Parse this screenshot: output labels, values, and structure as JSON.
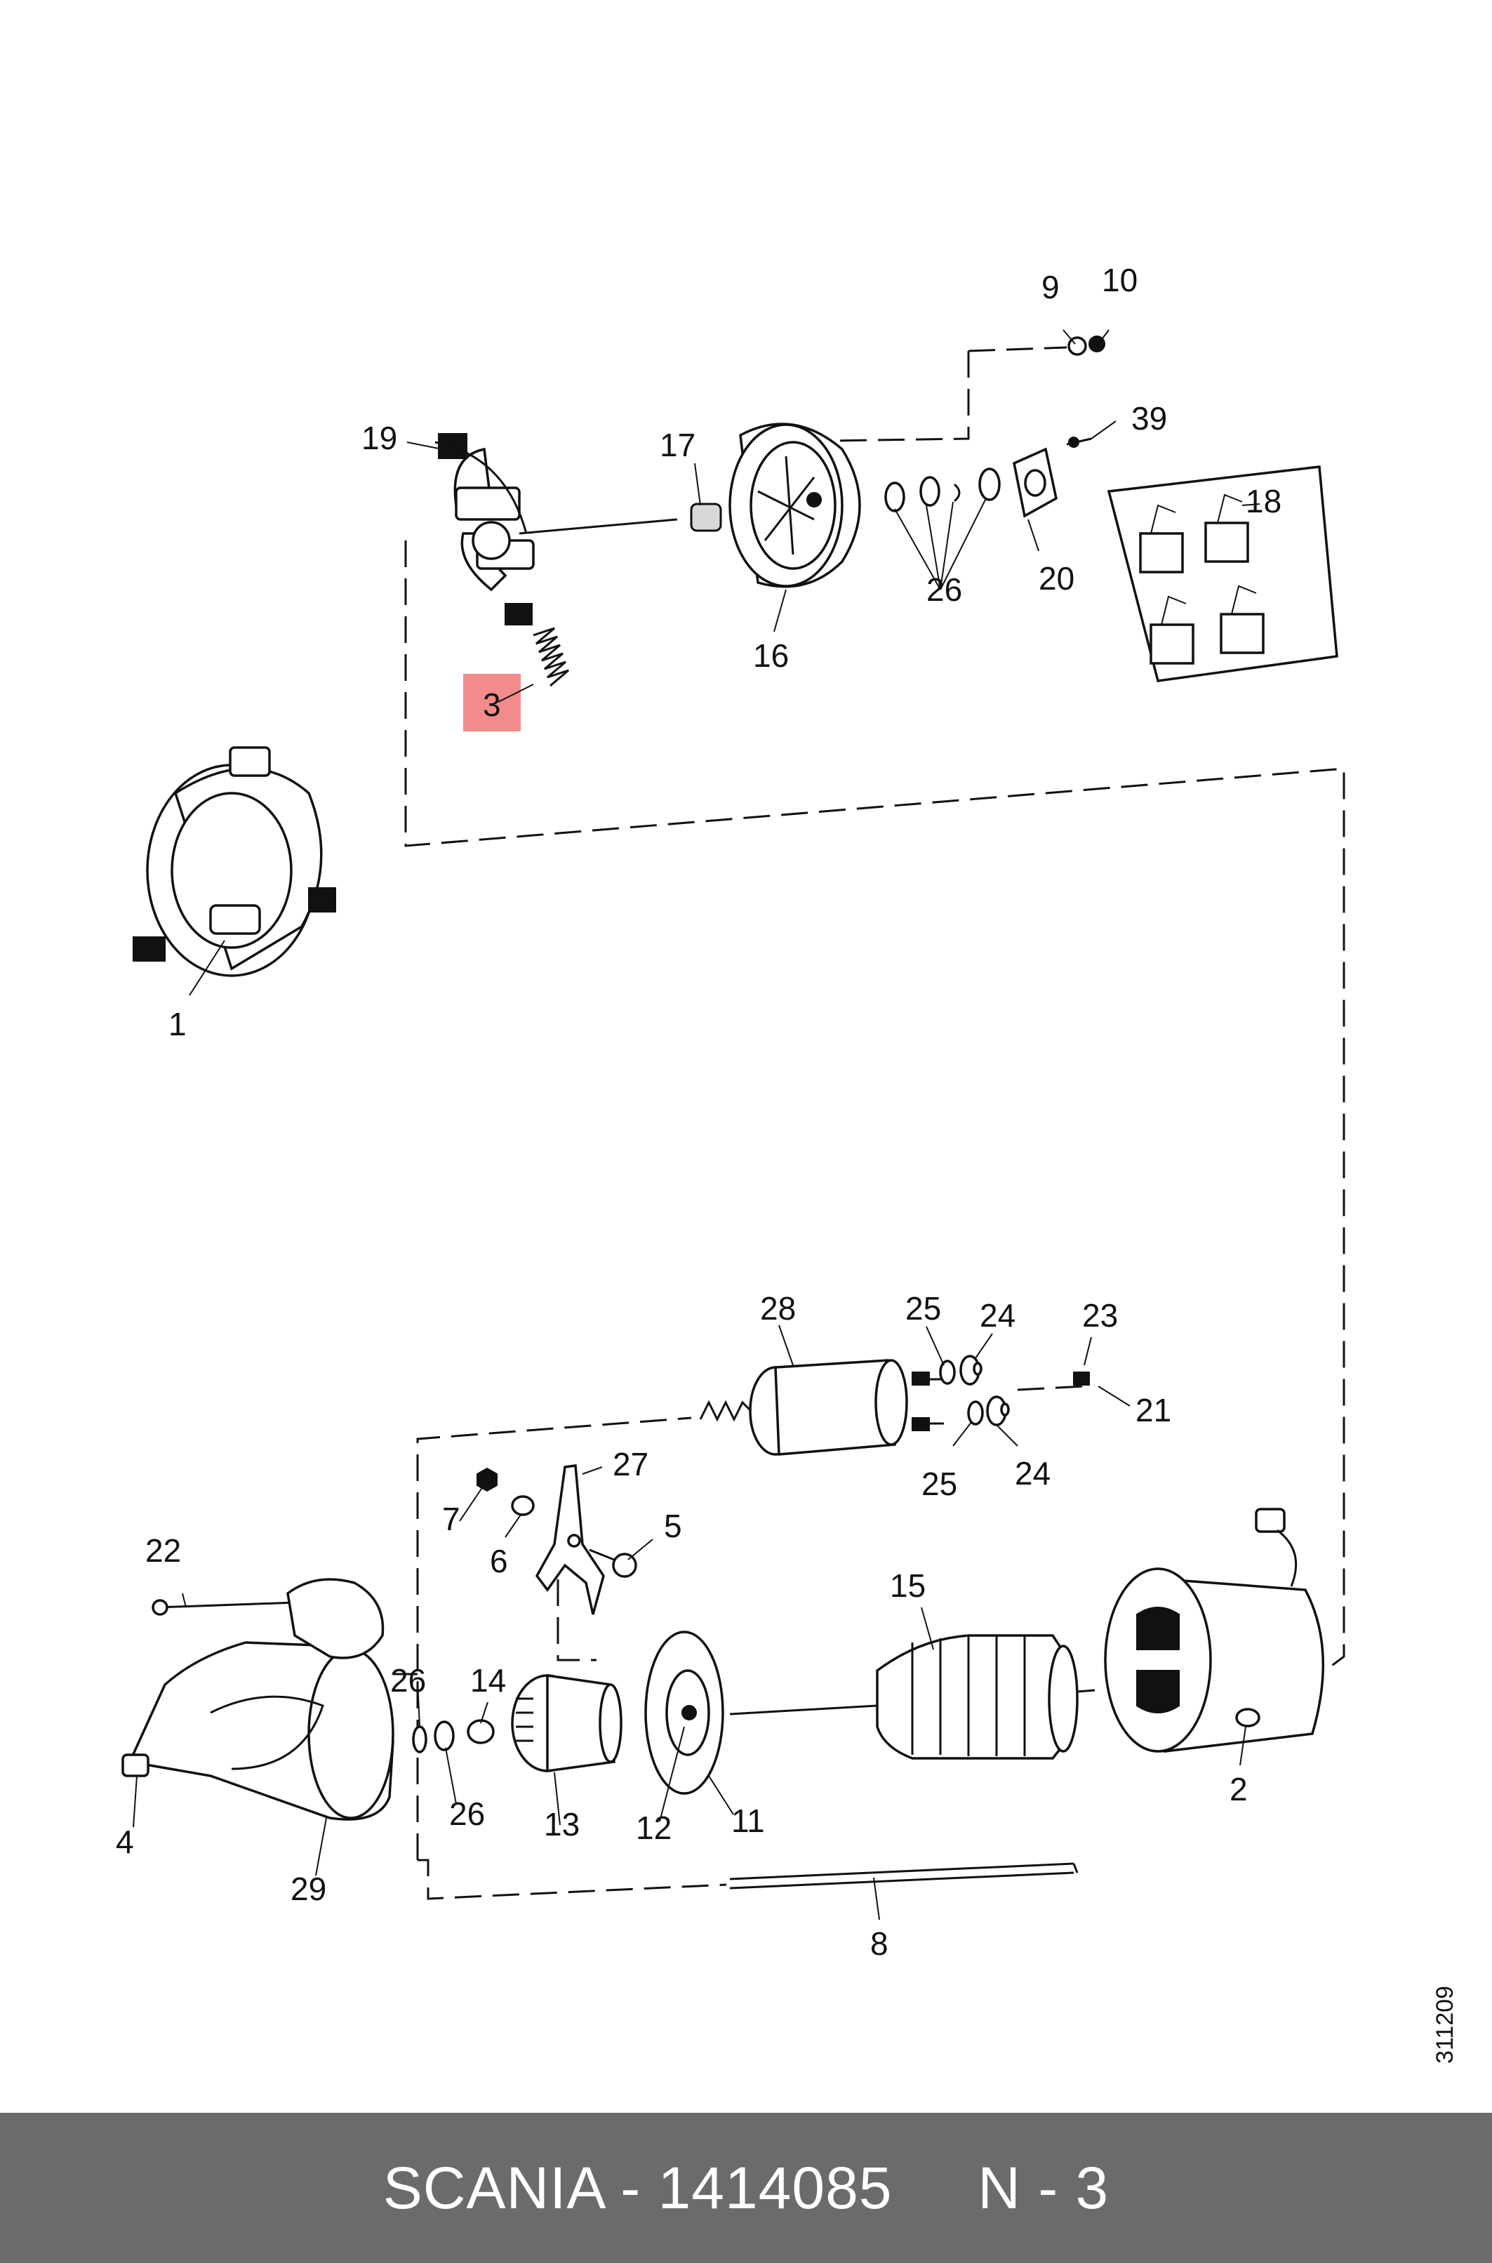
{
  "callouts": {
    "c1": "1",
    "c2": "2",
    "c3": "3",
    "c4": "4",
    "c5": "5",
    "c6": "6",
    "c7": "7",
    "c8": "8",
    "c9": "9",
    "c10": "10",
    "c11": "11",
    "c12": "12",
    "c13": "13",
    "c14": "14",
    "c15": "15",
    "c16": "16",
    "c17": "17",
    "c18": "18",
    "c19": "19",
    "c20": "20",
    "c21": "21",
    "c22": "22",
    "c23": "23",
    "c24a": "24",
    "c24b": "24",
    "c25a": "25",
    "c25b": "25",
    "c26a": "26",
    "c26b": "26",
    "c26c": "26",
    "c27": "27",
    "c28": "28",
    "c29": "29",
    "c39": "39"
  },
  "highlight": {
    "label": "3",
    "color": "#f28b8b"
  },
  "drawing_number": "311209",
  "footer": {
    "text": "SCANIA - 1414085     N - 3",
    "background": "#6b6b6b"
  }
}
